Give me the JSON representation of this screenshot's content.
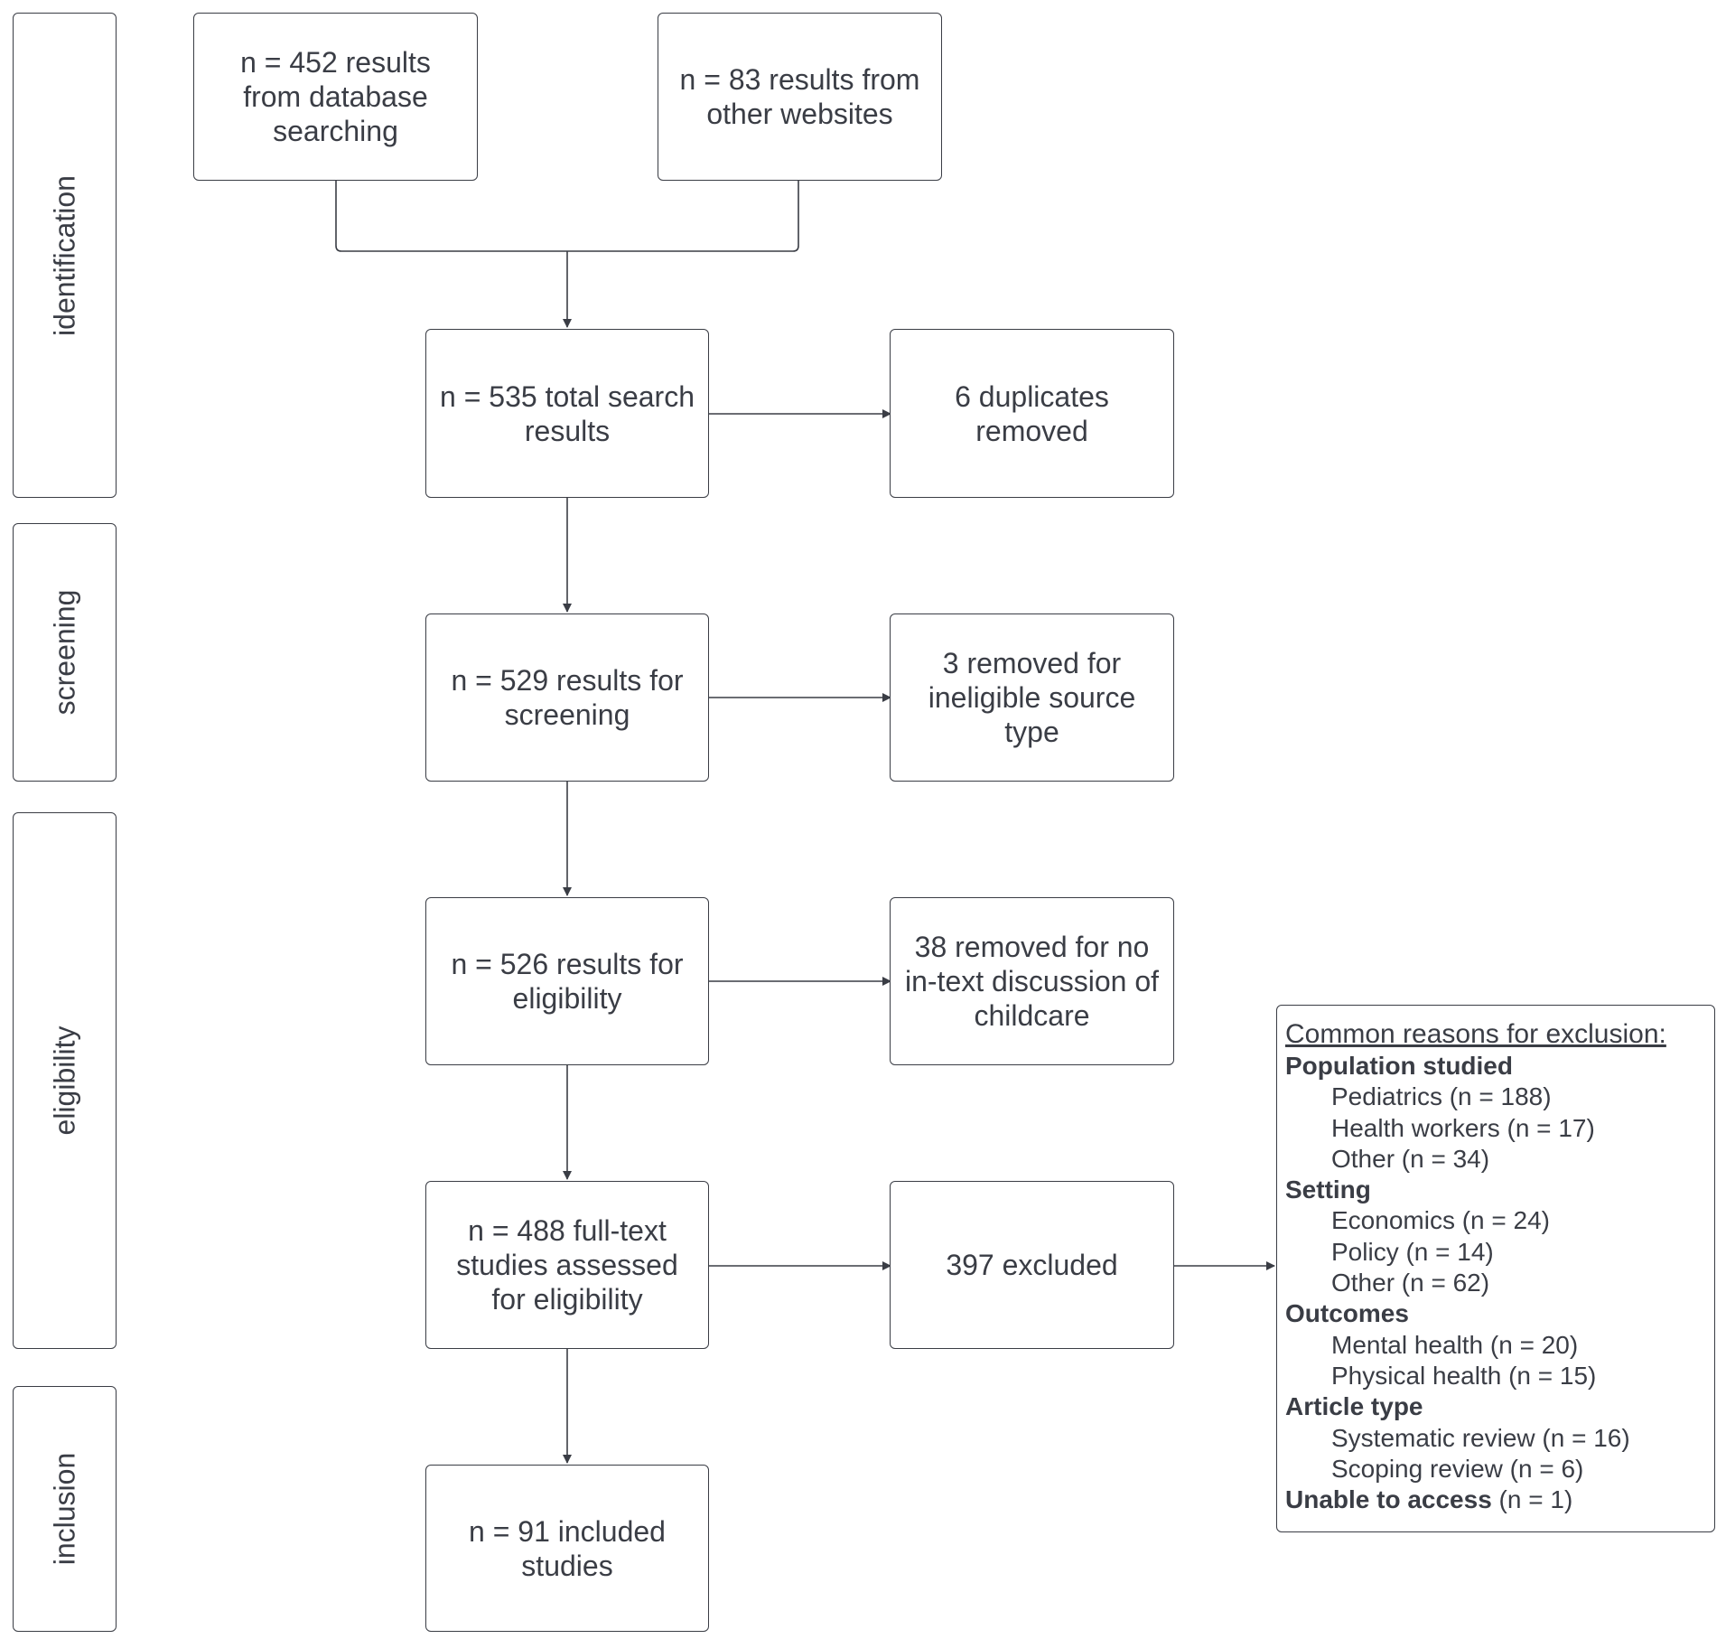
{
  "stages": [
    {
      "key": "identification",
      "label": "identification"
    },
    {
      "key": "screening",
      "label": "screening"
    },
    {
      "key": "eligibility",
      "label": "eligibility"
    },
    {
      "key": "inclusion",
      "label": "inclusion"
    }
  ],
  "boxes": {
    "database": "n = 452 results\nfrom database\nsearching",
    "websites": "n = 83 results from\nother websites",
    "total": "n = 535 total search\nresults",
    "duplicates": "6 duplicates\nremoved",
    "screening": "n = 529 results for\nscreening",
    "ineligible": "3 removed for\nineligible source\ntype",
    "eligibility": "n = 526 results for\neligibility",
    "no_discussion": "38 removed for no\nin-text discussion of\nchildcare",
    "fulltext": "n = 488 full-text\nstudies assessed\nfor eligibility",
    "excluded": "397 excluded",
    "included": "n = 91 included\nstudies"
  },
  "reasons": {
    "title": "Common reasons for exclusion:",
    "categories": [
      {
        "name": "Population studied",
        "items": [
          "Pediatrics (n = 188)",
          "Health workers (n = 17)",
          "Other (n = 34)"
        ]
      },
      {
        "name": "Setting",
        "items": [
          "Economics (n = 24)",
          "Policy (n = 14)",
          "Other (n = 62)"
        ]
      },
      {
        "name": "Outcomes",
        "items": [
          "Mental health (n = 20)",
          "Physical health (n = 15)"
        ]
      },
      {
        "name": "Article type",
        "items": [
          "Systematic review (n = 16)",
          "Scoping review (n = 6)"
        ]
      }
    ],
    "last": {
      "name": "Unable to access",
      "suffix": " (n = 1)"
    }
  },
  "colors": {
    "stroke": "#3a3d45",
    "text": "#3a3d45",
    "background": "#ffffff"
  }
}
